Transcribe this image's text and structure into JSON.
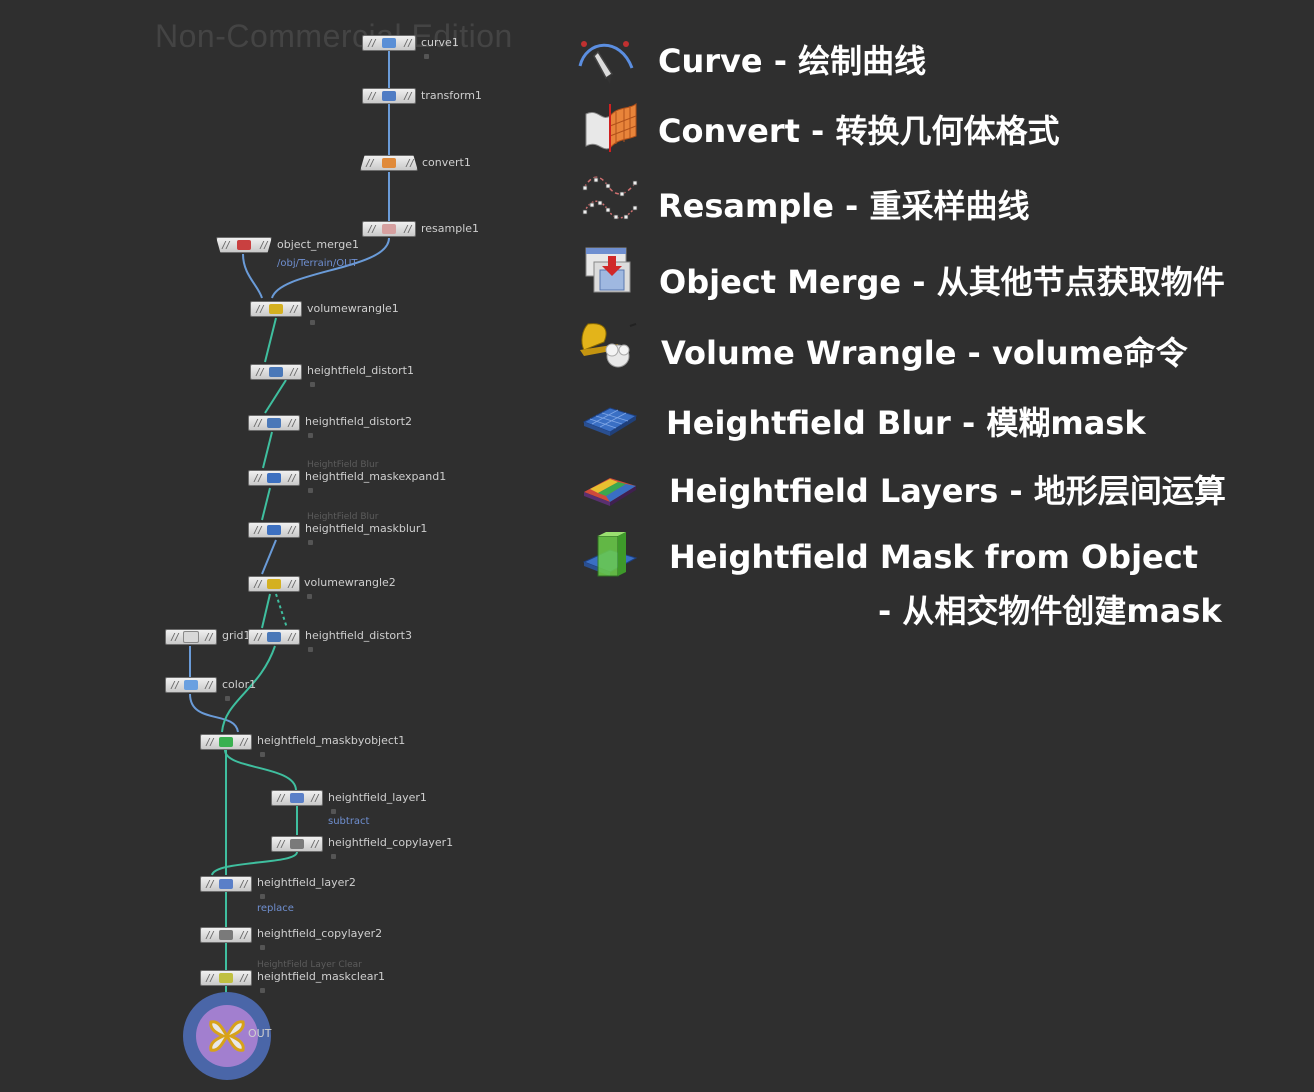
{
  "watermark": "Non-Commercial Edition",
  "nodes": {
    "curve1": "curve1",
    "transform1": "transform1",
    "convert1": "convert1",
    "resample1": "resample1",
    "object_merge1": "object_merge1",
    "object_merge1_path": "/obj/Terrain/OUT",
    "volumewrangle1": "volumewrangle1",
    "heightfield_distort1": "heightfield_distort1",
    "heightfield_distort2": "heightfield_distort2",
    "heightfield_maskexpand1_sub": "HeightField Blur",
    "heightfield_maskexpand1": "heightfield_maskexpand1",
    "heightfield_maskblur1_sub": "HeightField Blur",
    "heightfield_maskblur1": "heightfield_maskblur1",
    "volumewrangle2": "volumewrangle2",
    "grid1": "grid1",
    "heightfield_distort3": "heightfield_distort3",
    "color1": "color1",
    "heightfield_maskbyobject1": "heightfield_maskbyobject1",
    "heightfield_layer1": "heightfield_layer1",
    "heightfield_layer1_mode": "subtract",
    "heightfield_copylayer1": "heightfield_copylayer1",
    "heightfield_layer2": "heightfield_layer2",
    "heightfield_layer2_mode": "replace",
    "heightfield_copylayer2": "heightfield_copylayer2",
    "heightfield_maskclear1_sub": "HeightField Layer Clear",
    "heightfield_maskclear1": "heightfield_maskclear1",
    "out": "OUT"
  },
  "legend": [
    {
      "icon": "curve-icon",
      "text": "Curve - 绘制曲线"
    },
    {
      "icon": "convert-icon",
      "text": "Convert - 转换几何体格式"
    },
    {
      "icon": "resample-icon",
      "text": "Resample - 重采样曲线"
    },
    {
      "icon": "object-merge-icon",
      "text": "Object Merge - 从其他节点获取物件"
    },
    {
      "icon": "volume-wrangle-icon",
      "text": "Volume Wrangle - volume命令"
    },
    {
      "icon": "heightfield-blur-icon",
      "text": "Heightfield Blur - 模糊mask"
    },
    {
      "icon": "heightfield-layers-icon",
      "text": "Heightfield Layers - 地形层间运算"
    },
    {
      "icon": "heightfield-mask-object-icon",
      "text": "Heightfield Mask from Object",
      "text2": "- 从相交物件创建mask"
    }
  ],
  "colors": {
    "background": "#2f2f2f",
    "wire_blue": "#6a9bd8",
    "wire_green": "#3fbf9f",
    "out_outer": "#4a66a8",
    "out_inner": "#a27fcf"
  }
}
